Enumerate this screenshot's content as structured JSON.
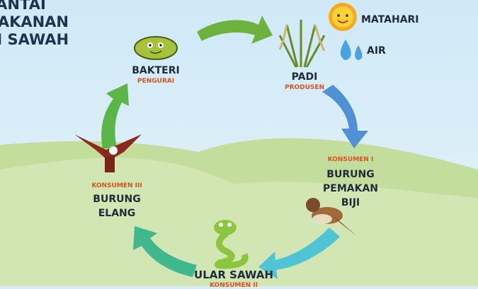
{
  "title": {
    "lines": [
      "RANTAI",
      "MAKANAN",
      "DI SAWAH"
    ]
  },
  "nodes": {
    "bakteri": {
      "name": "BAKTERI",
      "role": "PENGURAI"
    },
    "padi": {
      "name": "PADI",
      "role": "PRODUSEN"
    },
    "burung_biji": {
      "name": "BURUNG\nPEMAKAN\nBIJI",
      "role": "KONSUMEN I"
    },
    "ular": {
      "name": "ULAR SAWAH",
      "role": "KONSUMEN II"
    },
    "elang": {
      "name": "BURUNG\nELANG",
      "role": "KONSUMEN III"
    }
  },
  "resources": {
    "sun": "MATAHARI",
    "water": "AIR"
  },
  "colors": {
    "sky": "#d6ecf8",
    "hill": "#c9e0a8",
    "role": "#d9531e",
    "text": "#1f2a3a"
  }
}
